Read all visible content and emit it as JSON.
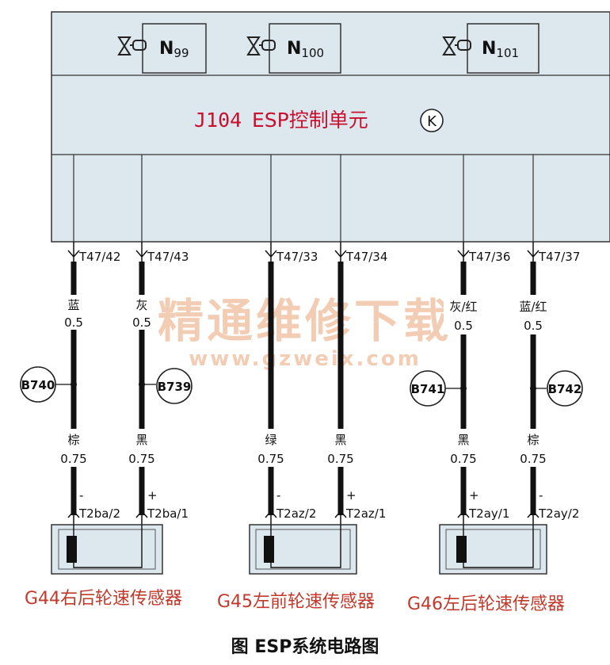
{
  "control_unit": {
    "id": "J104",
    "name": "ESP控制单元",
    "marker": "K"
  },
  "valves": [
    {
      "base": "N",
      "sub": "99"
    },
    {
      "base": "N",
      "sub": "100"
    },
    {
      "base": "N",
      "sub": "101"
    }
  ],
  "pins": [
    "T47/42",
    "T47/43",
    "T47/33",
    "T47/34",
    "T47/36",
    "T47/37"
  ],
  "wires": [
    {
      "top_color": "蓝",
      "top_size": "0.5",
      "bottom_color": "棕",
      "bottom_size": "0.75"
    },
    {
      "top_color": "灰",
      "top_size": "0.5",
      "bottom_color": "黑",
      "bottom_size": "0.75"
    },
    {
      "top_color": "",
      "top_size": "",
      "bottom_color": "绿",
      "bottom_size": "0.75"
    },
    {
      "top_color": "",
      "top_size": "",
      "bottom_color": "黑",
      "bottom_size": "0.75"
    },
    {
      "top_color": "灰/红",
      "top_size": "0.5",
      "bottom_color": "黑",
      "bottom_size": "0.75"
    },
    {
      "top_color": "蓝/红",
      "top_size": "0.5",
      "bottom_color": "棕",
      "bottom_size": "0.75"
    }
  ],
  "connectors": [
    "B740",
    "B739",
    "B741",
    "B742"
  ],
  "sensor_pins": [
    {
      "label": "T2ba/2",
      "sign": "-"
    },
    {
      "label": "T2ba/1",
      "sign": "+"
    },
    {
      "label": "T2az/2",
      "sign": "-"
    },
    {
      "label": "T2az/1",
      "sign": "+"
    },
    {
      "label": "T2ay/1",
      "sign": "+"
    },
    {
      "label": "T2ay/2",
      "sign": "-"
    }
  ],
  "sensors": [
    "G44右后轮速传感器",
    "G45左前轮速传感器",
    "G46左后轮速传感器"
  ],
  "watermark": {
    "cn": "精通维修下载",
    "url": "www.gzweix.com"
  },
  "caption": "图  ESP系统电路图",
  "colors": {
    "panel": "#dde7ee",
    "line": "#333333",
    "title": "#c8102e",
    "sensor_label": "#c0392b"
  }
}
